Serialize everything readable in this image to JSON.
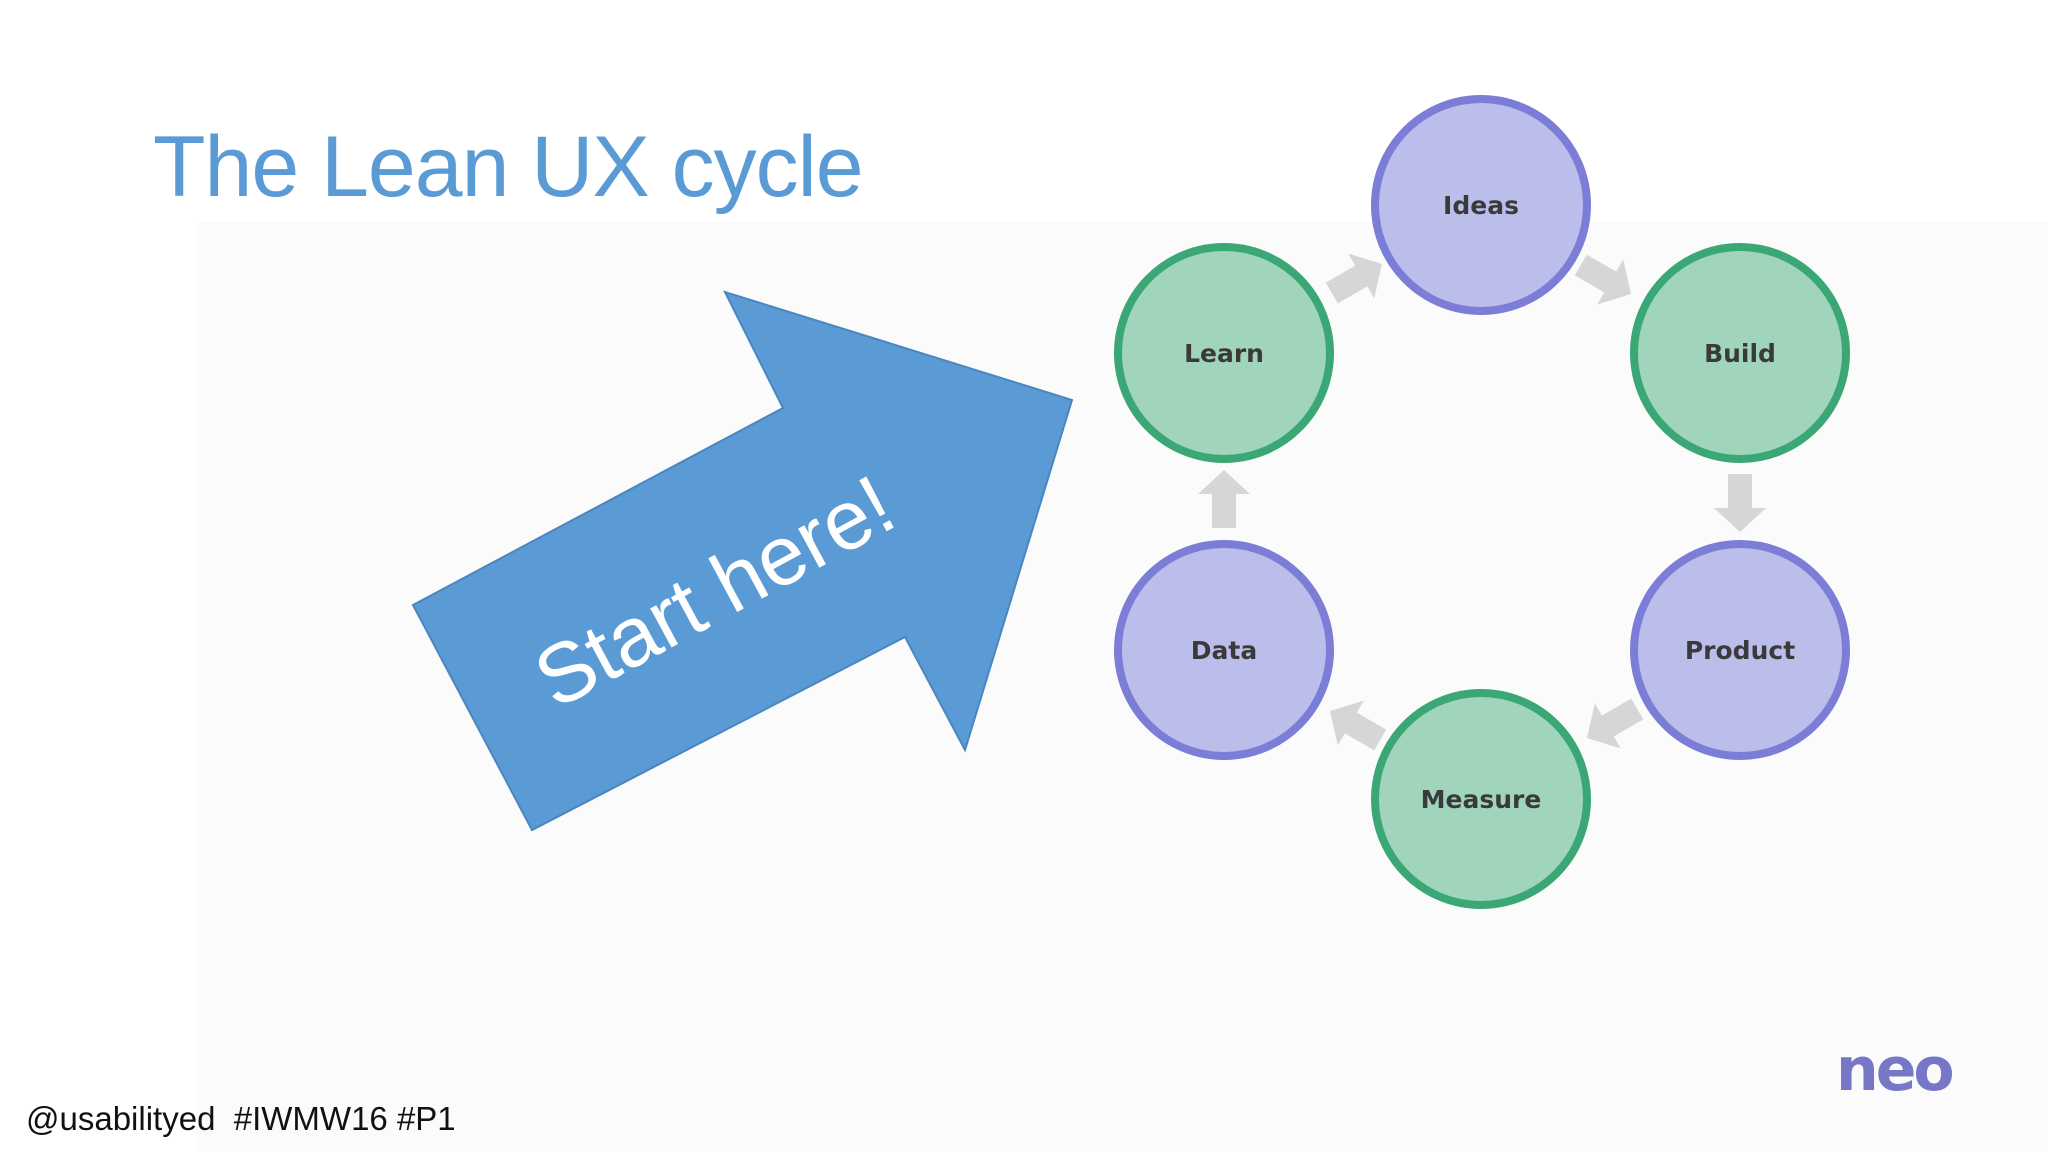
{
  "slide": {
    "title": "The Lean UX cycle",
    "footer": "@usabilityed  #IWMW16 #P1",
    "logo_text": "neo"
  },
  "callout": {
    "label": "Start here!",
    "color": "#5b9bd5"
  },
  "cycle": {
    "nodes": [
      {
        "id": "ideas",
        "label": "Ideas",
        "kind": "purple"
      },
      {
        "id": "build",
        "label": "Build",
        "kind": "green"
      },
      {
        "id": "product",
        "label": "Product",
        "kind": "purple"
      },
      {
        "id": "measure",
        "label": "Measure",
        "kind": "green"
      },
      {
        "id": "data",
        "label": "Data",
        "kind": "purple"
      },
      {
        "id": "learn",
        "label": "Learn",
        "kind": "green"
      }
    ],
    "colors": {
      "green_fill": "#a0d5bc",
      "green_stroke": "#3aa775",
      "purple_fill": "#bbbdeb",
      "purple_stroke": "#7b7dd6",
      "connector": "#d6d6d6"
    }
  }
}
